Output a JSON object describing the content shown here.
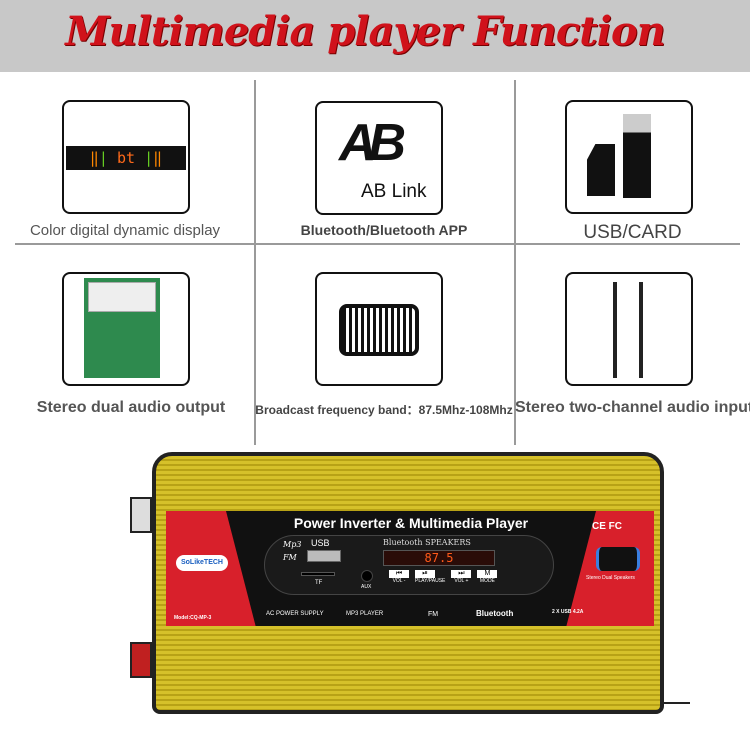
{
  "header": {
    "title": "Multimedia player Function"
  },
  "features": [
    {
      "label": "Color digital dynamic display",
      "icon": "led-display-icon",
      "display_text": "bt"
    },
    {
      "label": "Bluetooth/Bluetooth APP",
      "icon": "ab-link-logo-icon",
      "logo_text": "AB",
      "caption": "AB Link"
    },
    {
      "label": "USB/CARD",
      "icon": "usb-card-icon"
    },
    {
      "label": "Stereo dual audio output",
      "icon": "circuit-board-icon"
    },
    {
      "label": "Broadcast frequency band：87.5Mhz-108Mhz",
      "icon": "radio-icon"
    },
    {
      "label": "Stereo two-channel audio input",
      "icon": "audio-cable-icon"
    }
  ],
  "device": {
    "title": "Power Inverter & Multimedia Player",
    "brand": "SoLikeTECH",
    "mp3": "Mp3",
    "fm": "FM",
    "usb": "USB",
    "tf": "TF",
    "aux": "AUX",
    "speakers": "Bluetooth SPEAKERS",
    "frequency": "87.5",
    "buttons": [
      {
        "glyph": "⏮",
        "label": "VOL -"
      },
      {
        "glyph": "⏯",
        "label": "PLAY/PAUSE"
      },
      {
        "glyph": "⏭",
        "label": "VOL +"
      },
      {
        "glyph": "M",
        "label": "MODE"
      }
    ],
    "certs": "CE FC",
    "stereo": "Stereo Dual Speakers",
    "model": "Model:CQ-MP-3",
    "features": [
      "AC POWER SUPPLY",
      "MP3 PLAYER",
      "FM",
      "Bluetooth"
    ],
    "usb_spec": "2 X USB 4.2A"
  },
  "colors": {
    "title_red": "#d0121b",
    "case_yellow": "#d6c12a",
    "panel_red": "#d8202b",
    "led": "#ff5a1a"
  }
}
